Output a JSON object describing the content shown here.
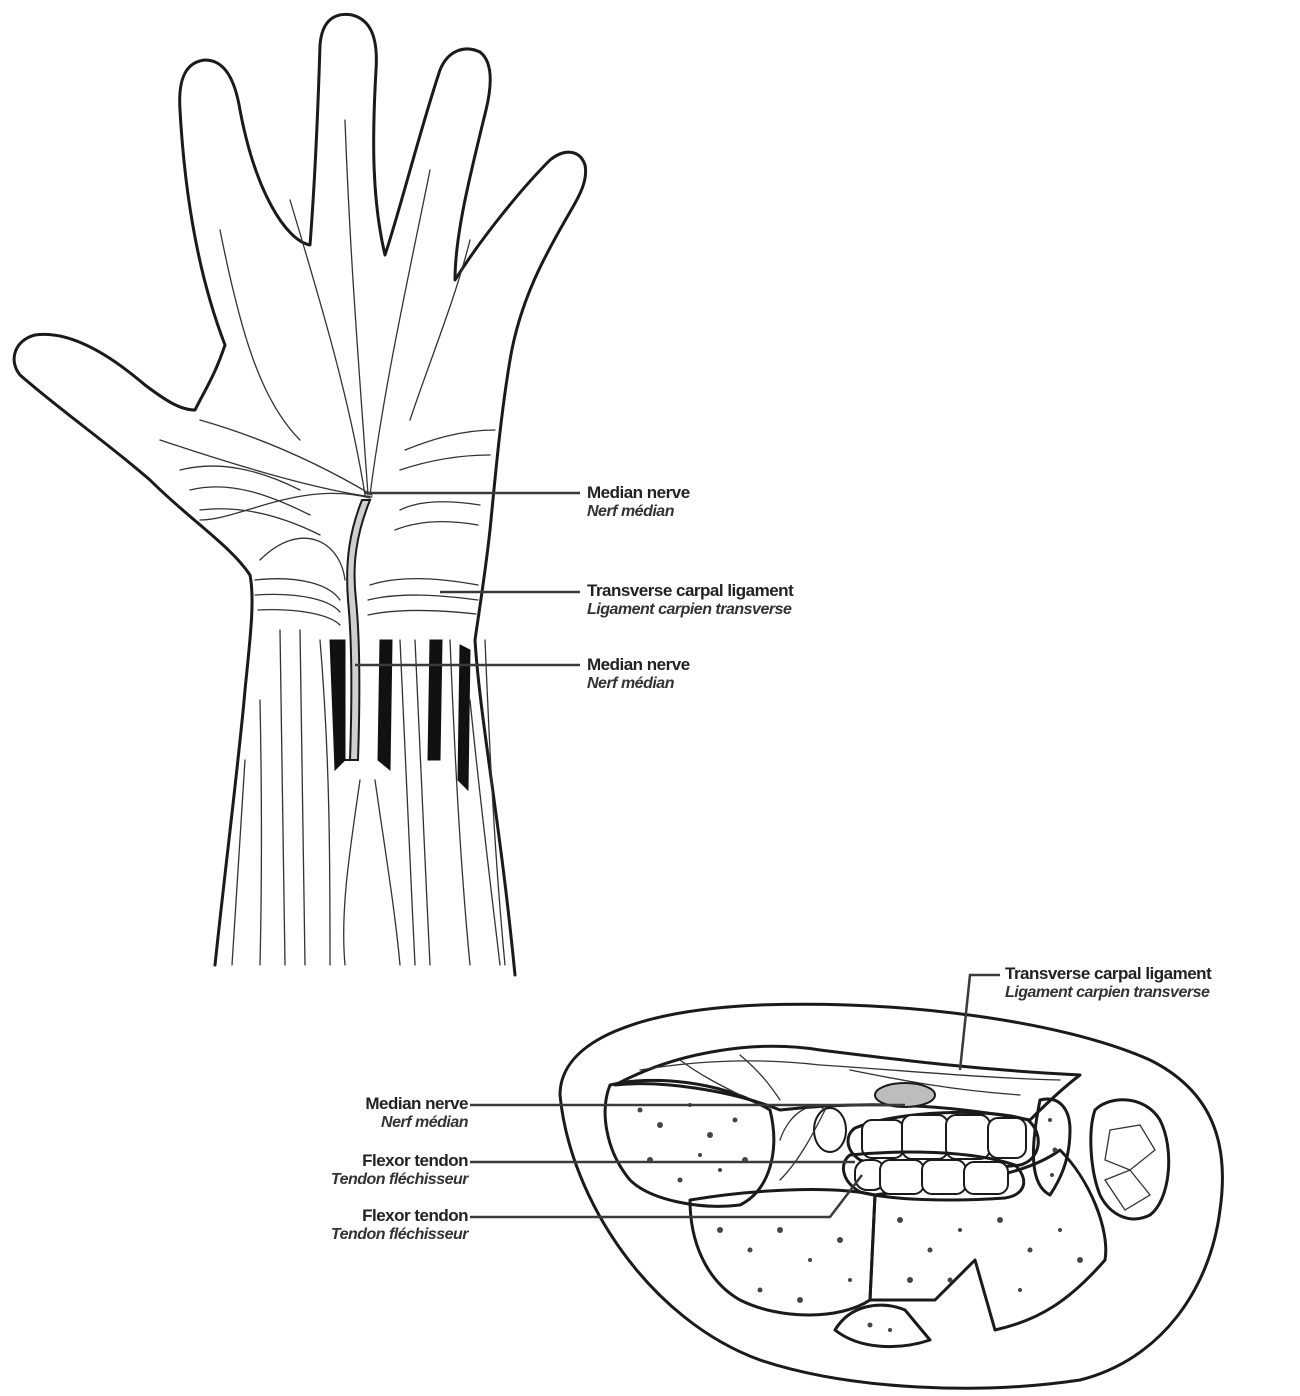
{
  "labels": {
    "hand_median_nerve_1": {
      "en": "Median nerve",
      "fr": "Nerf médian"
    },
    "hand_transverse_ligament": {
      "en": "Transverse carpal ligament",
      "fr": "Ligament carpien transverse"
    },
    "hand_median_nerve_2": {
      "en": "Median nerve",
      "fr": "Nerf médian"
    },
    "section_transverse_ligament": {
      "en": "Transverse carpal ligament",
      "fr": "Ligament carpien transverse"
    },
    "section_median_nerve": {
      "en": "Median nerve",
      "fr": "Nerf médian"
    },
    "section_flexor_tendon_1": {
      "en": "Flexor tendon",
      "fr": "Tendon fléchisseur"
    },
    "section_flexor_tendon_2": {
      "en": "Flexor tendon",
      "fr": "Tendon fléchisseur"
    }
  },
  "colors": {
    "line": "#1a1a1a",
    "nerve_fill": "#cfcfcf",
    "background": "#ffffff"
  }
}
